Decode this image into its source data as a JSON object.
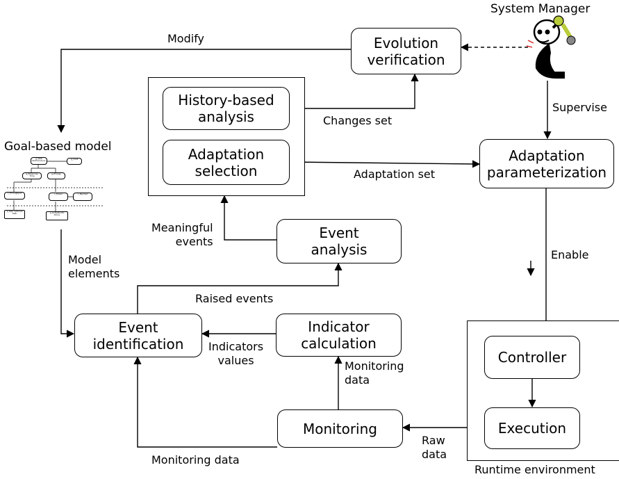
{
  "boxes": {
    "evolution_verification": "Evolution\nverification",
    "history_analysis": "History-based\nanalysis",
    "adaptation_selection": "Adaptation\nselection",
    "adaptation_parameterization": "Adaptation\nparameterization",
    "event_analysis": "Event\nanalysis",
    "event_identification": "Event\nidentification",
    "indicator_calculation": "Indicator\ncalculation",
    "monitoring": "Monitoring",
    "controller": "Controller",
    "execution": "Execution"
  },
  "labels": {
    "system_manager": "System Manager",
    "modify": "Modify",
    "supervise": "Supervise",
    "changes_set": "Changes set",
    "adaptation_set": "Adaptation set",
    "goal_based_model": "Goal-based model",
    "model_elements": "Model\nelements",
    "meaningful_events": "Meaningful\nevents",
    "enable": "Enable",
    "raised_events": "Raised events",
    "indicators_values": "Indicators\nvalues",
    "monitoring_data_up": "Monitoring\ndata",
    "monitoring_data_left": "Monitoring data",
    "raw_data": "Raw\ndata",
    "runtime_environment": "Runtime environment"
  },
  "goal_model_nodes": [
    "g_Web Performance",
    "g_Cost",
    "g_Response Time",
    "g_Energy",
    "c_Throughput",
    "c_Power",
    "c_Payload",
    "a_Skip optional task",
    "a_Activate PU Policy"
  ]
}
